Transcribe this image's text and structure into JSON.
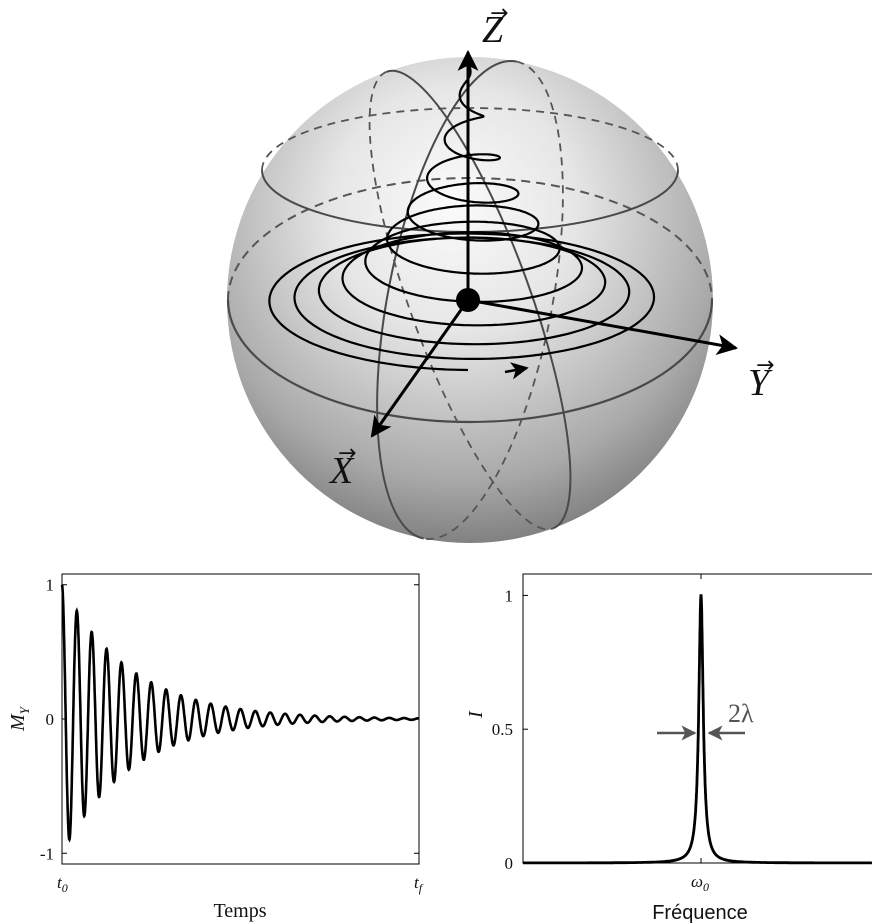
{
  "sphere": {
    "axis_labels": {
      "z": "Z",
      "y": "Y",
      "x": "X"
    },
    "rotation_turns": 10,
    "pulse_damping": "exponential"
  },
  "chart_data": [
    {
      "type": "line",
      "name": "damped-oscillation",
      "xlabel": "Temps",
      "ylabel": "M",
      "ylabel_subscript": "Y",
      "x_ticks": [
        {
          "value": 0,
          "label": "t",
          "sub": "0"
        },
        {
          "value": 1,
          "label": "t",
          "sub": "f"
        }
      ],
      "y_ticks": [
        {
          "value": 1,
          "label": "1"
        },
        {
          "value": 0,
          "label": "0"
        },
        {
          "value": -1,
          "label": "-1"
        }
      ],
      "xlim": [
        0,
        1
      ],
      "ylim": [
        -1.08,
        1.08
      ],
      "signal": {
        "formula": "cos(2*pi*f*t)*exp(-k*t)",
        "frequency_cycles": 24,
        "decay": 5.2,
        "initial_value": 1
      },
      "grid": false
    },
    {
      "type": "line",
      "name": "lorentzian-spectrum",
      "xlabel": "Fréquence",
      "ylabel": "I",
      "x_ticks": [
        {
          "value": 0.5,
          "label": "ω",
          "sub": "0"
        }
      ],
      "y_ticks": [
        {
          "value": 1,
          "label": "1"
        },
        {
          "value": 0.5,
          "label": "0.5"
        },
        {
          "value": 0,
          "label": "0"
        }
      ],
      "xlim": [
        0,
        1
      ],
      "ylim": [
        0,
        1.08
      ],
      "peak": {
        "center": 0.5,
        "height": 1,
        "half_width": 0.0075
      },
      "annotation": {
        "text": "2λ",
        "at_y": 0.5
      },
      "grid": false
    }
  ]
}
